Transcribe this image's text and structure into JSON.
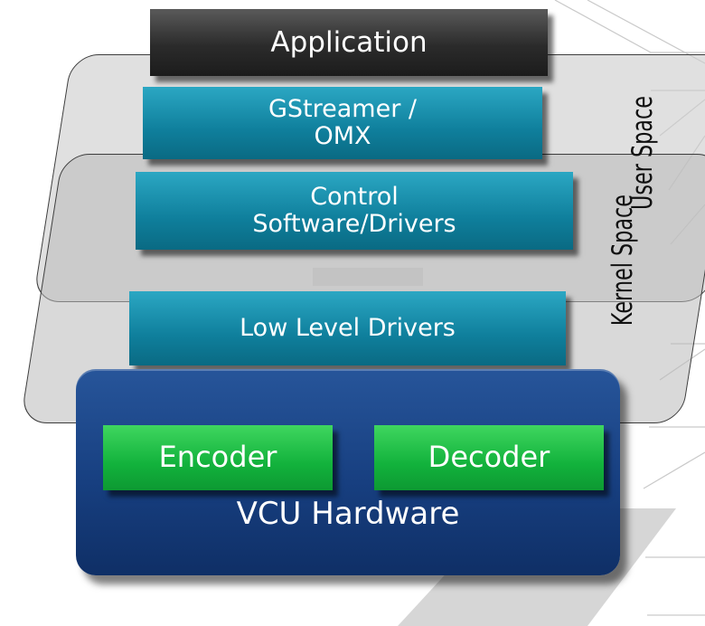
{
  "diagram": {
    "top_box": "Application",
    "middleware_box": {
      "line1": "GStreamer /",
      "line2": "OMX"
    },
    "control_box": {
      "line1": "Control",
      "line2": "Software/Drivers"
    },
    "low_level_box": "Low Level Drivers",
    "hardware": {
      "label": "VCU Hardware",
      "encoder": "Encoder",
      "decoder": "Decoder"
    },
    "spaces": {
      "user": "User Space",
      "kernel": "Kernel Space"
    }
  },
  "colors": {
    "application": "#2b2b2b",
    "software_layer": "#0f7f9c",
    "hardware_base": "#173f80",
    "codec_block": "#12b23c",
    "plane": "#cdcdcd"
  }
}
